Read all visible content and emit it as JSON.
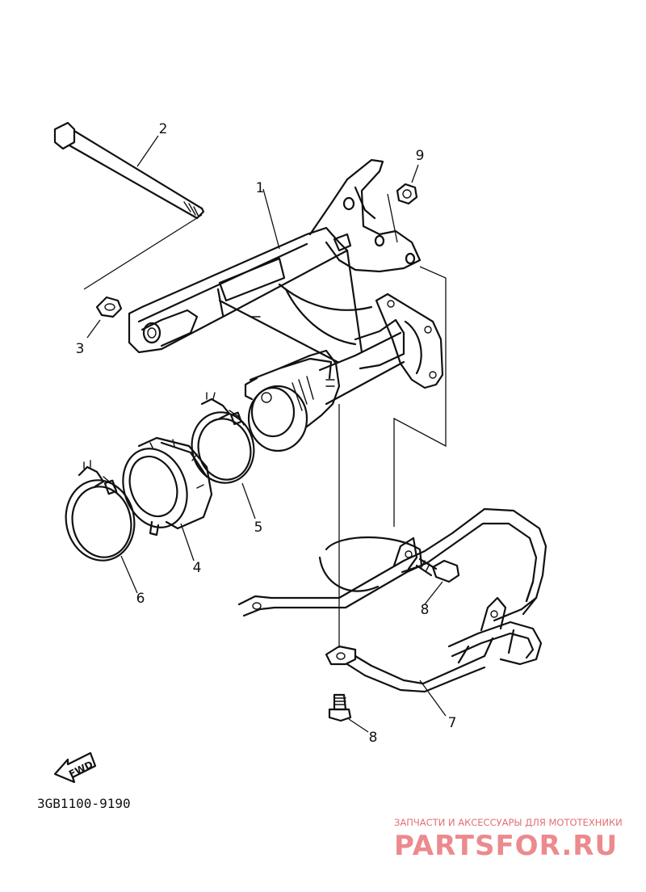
{
  "part_labels": {
    "p1": "1",
    "p2": "2",
    "p3": "3",
    "p4": "4",
    "p5": "5",
    "p6": "6",
    "p7": "7",
    "p8a": "8",
    "p8b": "8",
    "p9": "9"
  },
  "forward_arrow_label": "FWD",
  "diagram_code": "3GB1100-9190",
  "watermark": {
    "tagline": "ЗАПЧАСТИ И АКСЕССУАРЫ ДЛЯ МОТОТЕХНИКИ",
    "logo": "PARTSFOR.RU"
  }
}
